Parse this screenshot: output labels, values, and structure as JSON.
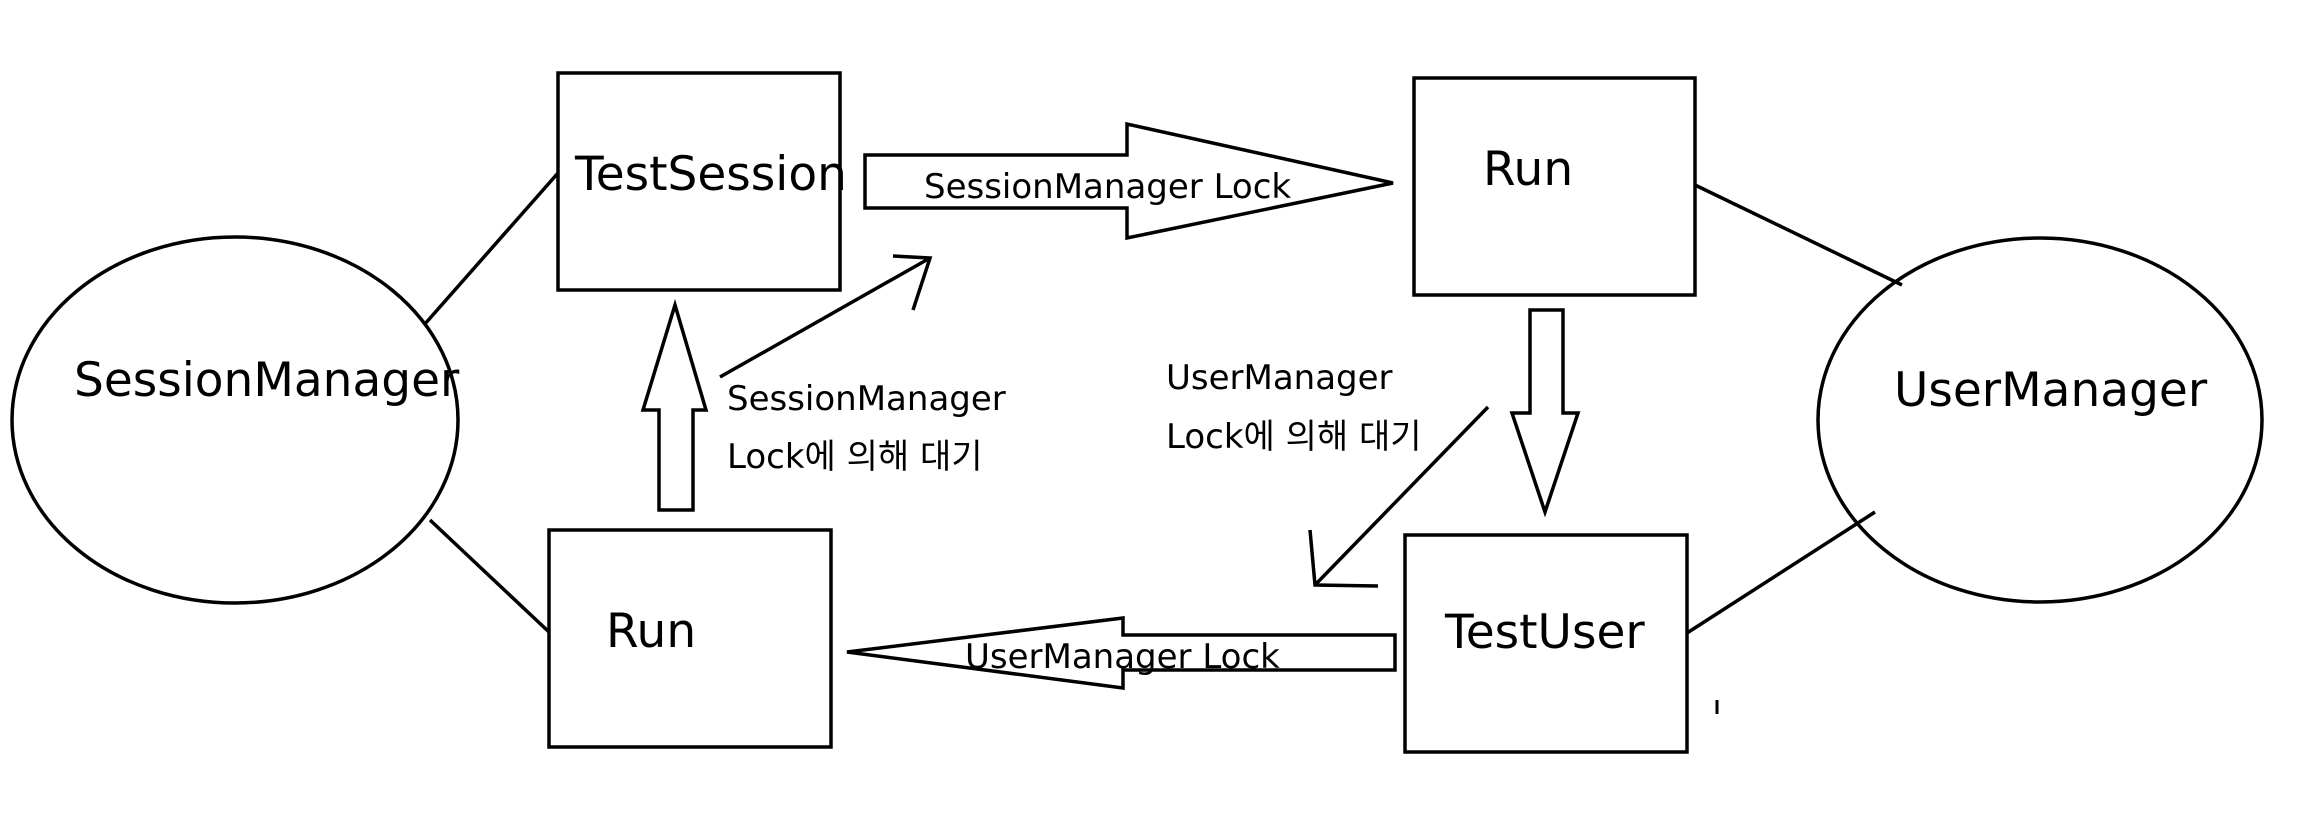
{
  "nodes": {
    "session_manager": "SessionManager",
    "test_session": "TestSession",
    "run_top": "Run",
    "user_manager": "UserManager",
    "run_bottom": "Run",
    "test_user": "TestUser"
  },
  "edges": {
    "session_lock": "SessionManager Lock",
    "user_lock": "UserManager Lock"
  },
  "notes": {
    "session_wait": [
      "SessionManager",
      "Lock에 의해 대기"
    ],
    "user_wait": [
      "UserManager",
      "Lock에 의해 대기"
    ]
  },
  "colors": {
    "stroke": "#000000",
    "background": "#ffffff"
  }
}
